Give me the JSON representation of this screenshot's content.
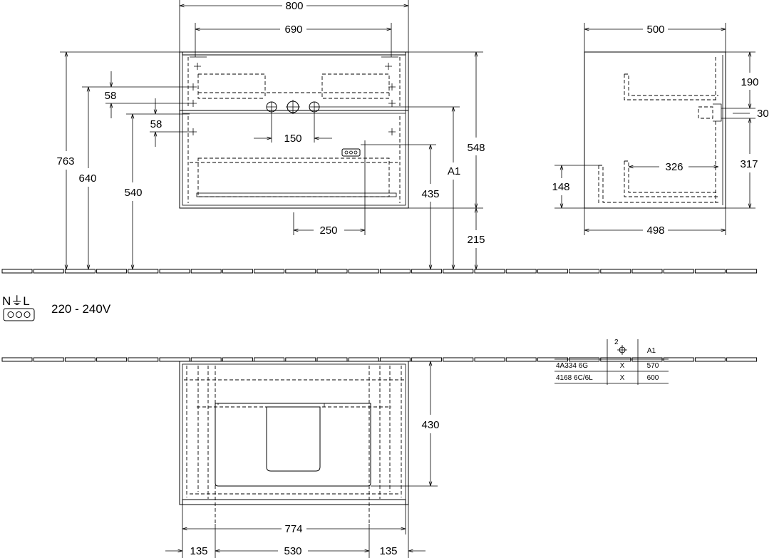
{
  "front_view": {
    "width_overall": "800",
    "width_inner": "690",
    "spacing_58_top": "58",
    "spacing_58_bottom": "58",
    "connections_spacing": "150",
    "height_763": "763",
    "height_640": "640",
    "height_540": "540",
    "height_548": "548",
    "height_435": "435",
    "height_a1": "A1",
    "height_215": "215",
    "offset_250": "250"
  },
  "side_view": {
    "depth_top": "500",
    "depth_bottom": "498",
    "dim_190": "190",
    "dim_30": "30",
    "dim_317": "317",
    "dim_326": "326",
    "dim_148": "148"
  },
  "electrical": {
    "symbol_label": "N⏚L",
    "voltage": "220 - 240V"
  },
  "bottom_view": {
    "dim_430": "430",
    "dim_774": "774",
    "dim_135_left": "135",
    "dim_530": "530",
    "dim_135_right": "135"
  },
  "table": {
    "header_symbol_superscript": "2",
    "header_a1": "A1",
    "rows": [
      {
        "code": "4A334 6G",
        "mark": "X",
        "a1": "570"
      },
      {
        "code": "4168 6C/6L",
        "mark": "X",
        "a1": "600"
      }
    ]
  }
}
